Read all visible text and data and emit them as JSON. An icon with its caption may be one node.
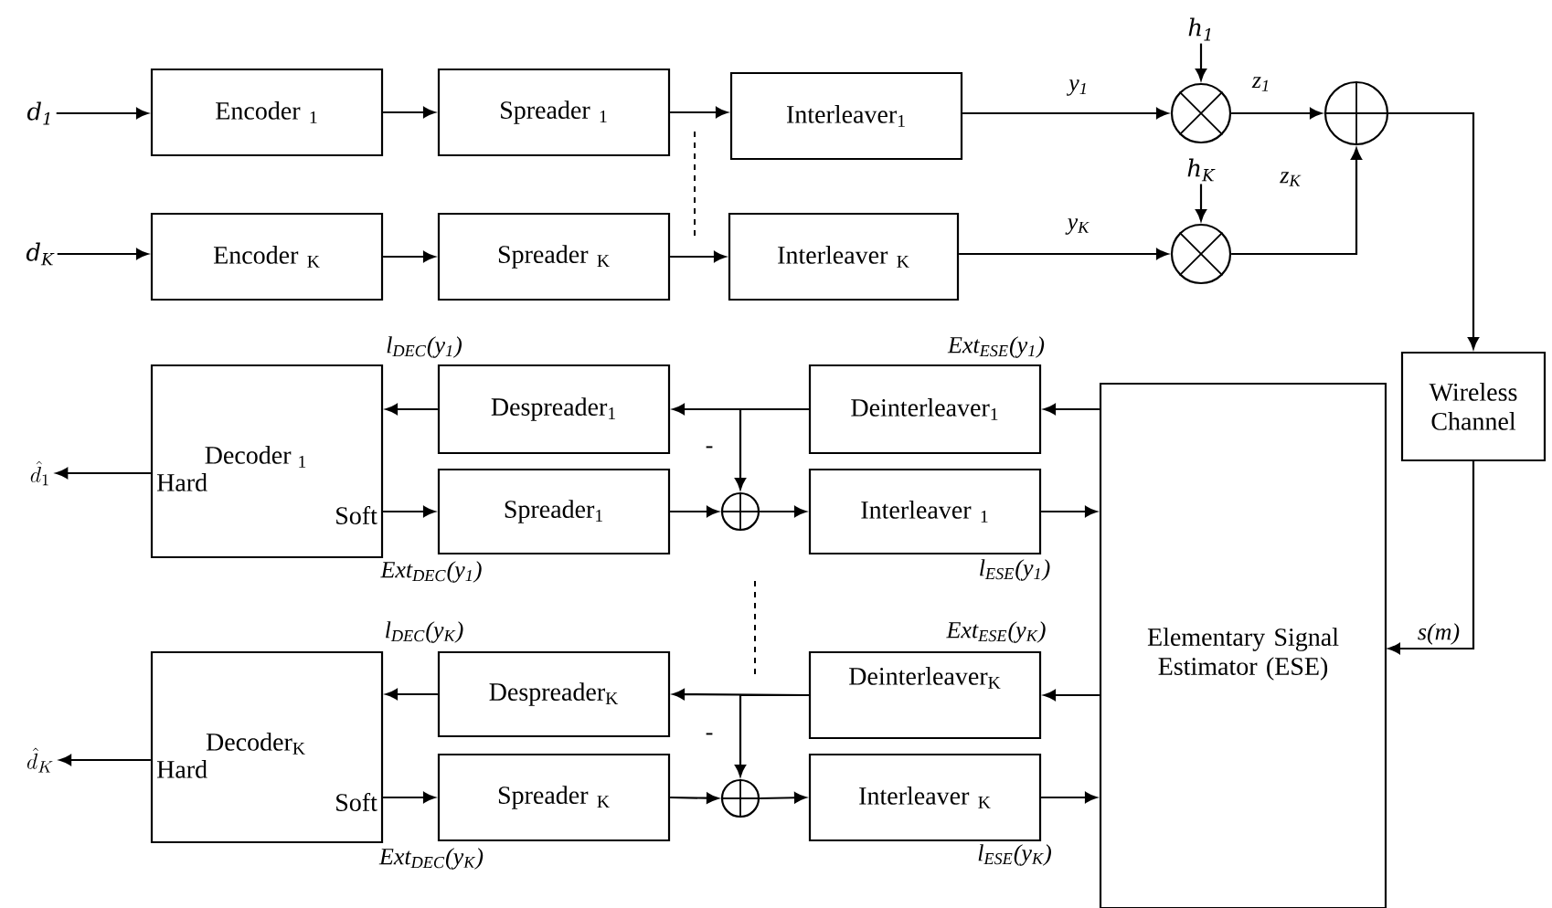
{
  "diagram": {
    "nodes": [
      {
        "text": [
          "Encoder $_{1}$"
        ]
      },
      {
        "text": [
          "Spreader $_{1}$"
        ]
      },
      {
        "text": [
          "Interleaver$_{1}$"
        ]
      },
      {
        "text": [
          "Encoder $_{K}$"
        ]
      },
      {
        "text": [
          "Spreader $_{K}$"
        ]
      },
      {
        "text": [
          "Interleaver $_{K}$"
        ]
      },
      {
        "text": [],
        "shape": "circle"
      },
      {
        "text": [],
        "shape": "circle"
      },
      {
        "text": [],
        "shape": "circle"
      },
      {
        "text": [
          "Wireless Channel"
        ]
      },
      {
        "text": [
          "Decoder $_{1}$",
          "Hard",
          "Soft"
        ]
      },
      {
        "text": [
          "Despreader$_{1}$"
        ]
      },
      {
        "text": [
          "Spreader$_{1}$"
        ]
      },
      {
        "text": [],
        "shape": "circle"
      },
      {
        "text": [
          "Deinterleaver$_{1}$"
        ]
      },
      {
        "text": [
          "Interleaver $_{1}$"
        ]
      },
      {
        "text": [
          "Elementary Signal Estimator (ESE)"
        ]
      },
      {
        "text": [
          "Decoder$_{K}$",
          "Hard",
          "Soft"
        ]
      },
      {
        "text": [
          "Despreader$_{K}$"
        ]
      },
      {
        "text": [
          "Spreader $_{K}$"
        ]
      },
      {
        "text": [],
        "shape": "circle"
      },
      {
        "text": [
          "Deinterleaver$_{K}$"
        ]
      },
      {
        "text": [
          "Interleaver $_{K}$"
        ]
      },
      {
        "text": [
          "d$_{1}$"
        ]
      },
      {
        "text": [
          "d$_{K}$"
        ]
      },
      {
        "text": [
          "h$_{1}$"
        ]
      },
      {
        "text": [
          "h$_{K}$"
        ]
      },
      {
        "text": [
          "\\hat{d}_{1}"
        ]
      },
      {
        "text": [
          "\\hat{d}_{K}"
        ]
      }
    ],
    "edges": [
      {
        "from": 23,
        "to": 0,
        "arrow": "to"
      },
      {
        "from": 0,
        "to": 1,
        "arrow": "to"
      },
      {
        "from": 1,
        "to": 2,
        "arrow": "to"
      },
      {
        "from": 24,
        "to": 3,
        "arrow": "to"
      },
      {
        "from": 3,
        "to": 4,
        "arrow": "to"
      },
      {
        "from": 4,
        "to": 5,
        "arrow": "to"
      },
      {
        "from": 2,
        "to": 6,
        "arrow": "to",
        "label": "y$_{1}$"
      },
      {
        "from": 25,
        "to": 6,
        "arrow": "to"
      },
      {
        "from": 6,
        "to": 8,
        "arrow": "to",
        "label": "z$_{1}$"
      },
      {
        "from": 5,
        "to": 7,
        "arrow": "to",
        "label": "y$_{K}$"
      },
      {
        "from": 26,
        "to": 7,
        "arrow": "to"
      },
      {
        "from": 7,
        "to": 8,
        "arrow": "to",
        "label": "z$_{K}$"
      },
      {
        "from": 8,
        "to": 9,
        "arrow": "to"
      },
      {
        "from": 9,
        "to": 16,
        "arrow": "to",
        "label": "s(m)"
      },
      {
        "from": 16,
        "to": 14,
        "arrow": "to",
        "label": "Ext$_{ESE}$(y$_{1}$)"
      },
      {
        "from": 14,
        "to": 11,
        "arrow": "to"
      },
      {
        "from": 14,
        "to": 13,
        "arrow": "to",
        "label": "-"
      },
      {
        "from": 11,
        "to": 10,
        "arrow": "to",
        "label": "l$_{DEC}$(y$_{1}$)"
      },
      {
        "from": 10,
        "to": 27,
        "arrow": "to"
      },
      {
        "from": 10,
        "to": 12,
        "arrow": "to",
        "label": "Ext$_{DEC}$(y$_{1}$)"
      },
      {
        "from": 12,
        "to": 13,
        "arrow": "to"
      },
      {
        "from": 13,
        "to": 15,
        "arrow": "to"
      },
      {
        "from": 15,
        "to": 16,
        "arrow": "to",
        "label": "l$_{ESE}$(y$_{1}$)"
      },
      {
        "from": 16,
        "to": 21,
        "arrow": "to",
        "label": "Ext$_{ESE}$(y$_{K}$)"
      },
      {
        "from": 21,
        "to": 18,
        "arrow": "to"
      },
      {
        "from": 21,
        "to": 20,
        "arrow": "to",
        "label": "-"
      },
      {
        "from": 18,
        "to": 17,
        "arrow": "to",
        "label": "l$_{DEC}$(y$_{K}$)"
      },
      {
        "from": 17,
        "to": 28,
        "arrow": "to"
      },
      {
        "from": 17,
        "to": 19,
        "arrow": "to",
        "label": "Ext$_{DEC}$(y$_{K}$)"
      },
      {
        "from": 19,
        "to": 20,
        "arrow": "to"
      },
      {
        "from": 20,
        "to": 22,
        "arrow": "to"
      },
      {
        "from": 22,
        "to": 16,
        "arrow": "to",
        "label": "l$_{ESE}$(y$_{K}$)"
      }
    ]
  }
}
